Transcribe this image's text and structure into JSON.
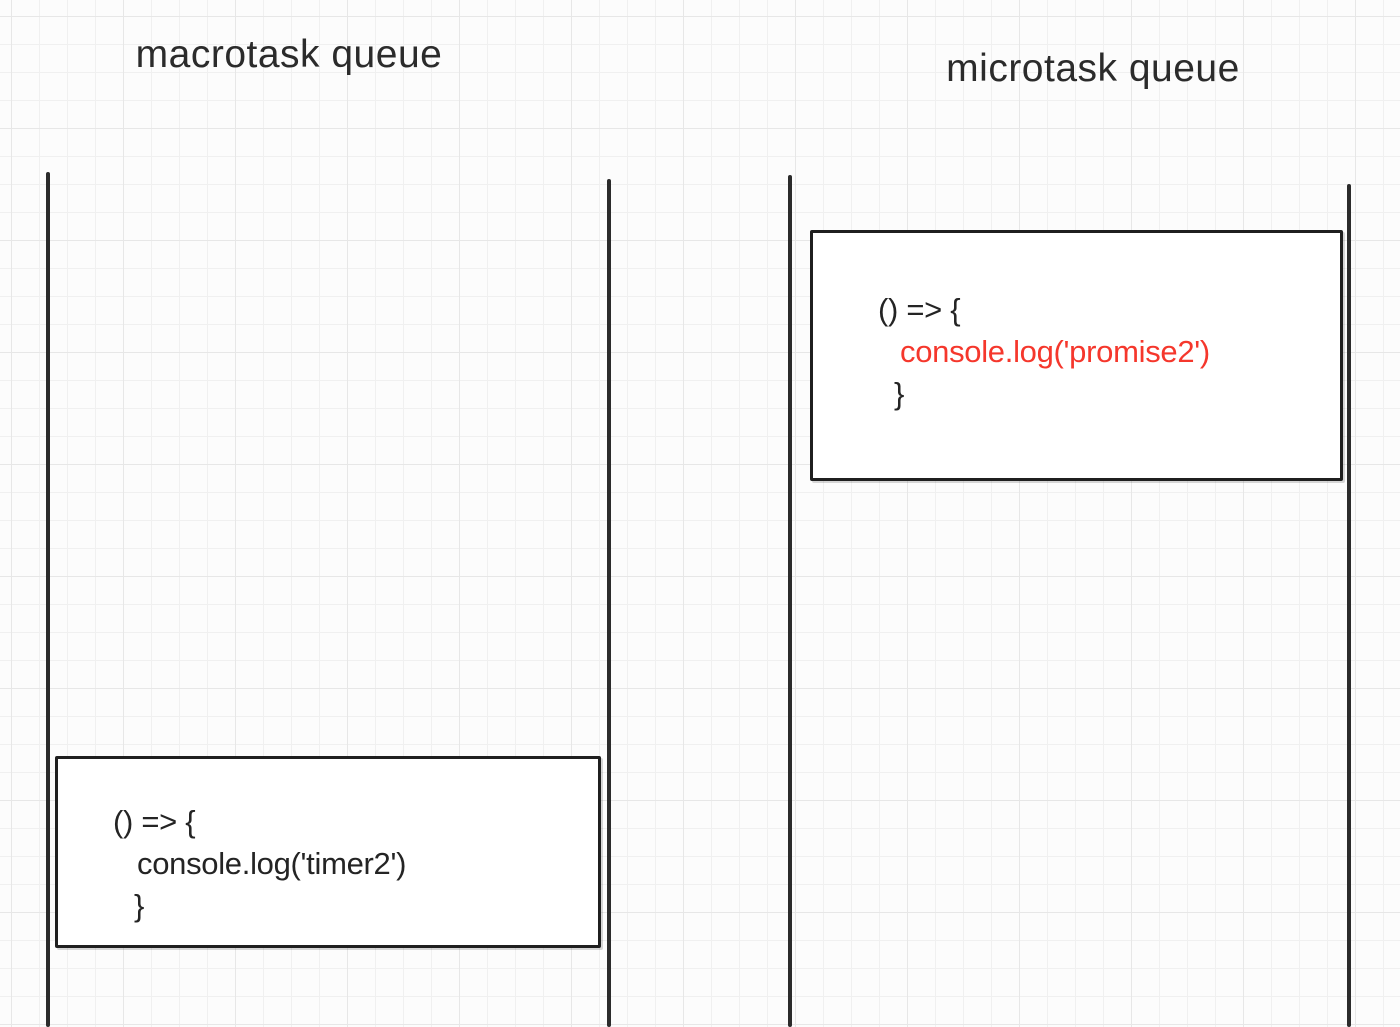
{
  "diagram": {
    "left_queue": {
      "title": "macrotask queue",
      "task": {
        "lines": [
          "() => {",
          "console.log('timer2')",
          "}"
        ],
        "highlight_line": null
      }
    },
    "right_queue": {
      "title": "microtask queue",
      "task": {
        "lines": [
          "() => {",
          "console.log('promise2')",
          "}"
        ],
        "highlight_line": 1
      }
    }
  },
  "colors": {
    "text": "#242424",
    "highlight_red": "#f5372c",
    "wall": "#2b2b2b",
    "box_border": "#1f1f1f",
    "box_fill": "#ffffff",
    "background": "#fcfcfc",
    "grid_minor": "#f0f0f0",
    "grid_major": "#e7e7e7"
  }
}
